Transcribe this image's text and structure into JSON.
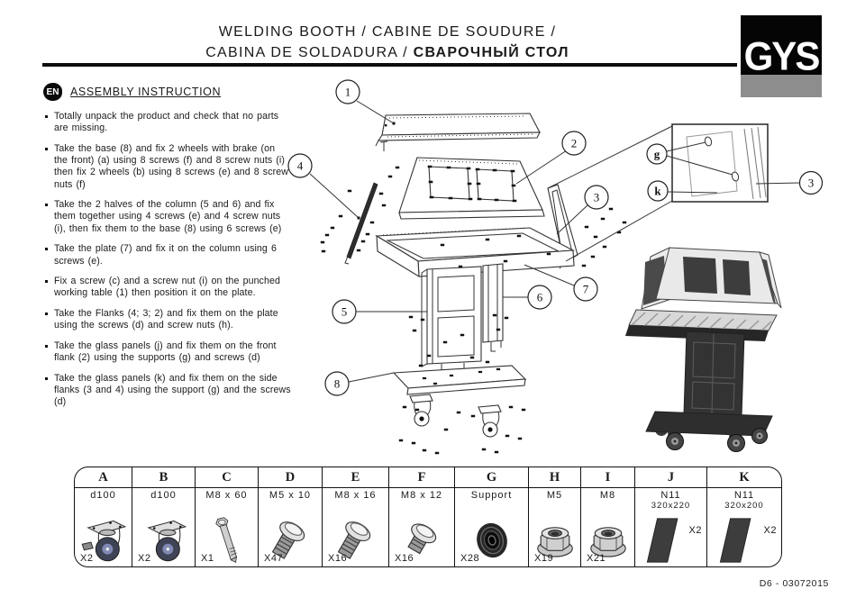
{
  "header": {
    "title_line1": "WELDING BOOTH / CABINE DE SOUDURE /",
    "title_line2_prefix": "CABINA DE SOLDADURA / ",
    "title_line2_bold": "СВАРОЧНЫЙ СТОЛ",
    "logo_text": "GYS"
  },
  "instructions": {
    "language_badge": "EN",
    "heading": "ASSEMBLY INSTRUCTION",
    "bullets": [
      "Totally unpack the product and check that no parts are missing.",
      "Take the base (8) and fix 2 wheels with brake (on the front) (a) using 8 screws (f) and 8 screw nuts (i) then fix 2 wheels (b) using 8 screws (e) and 8 screw nuts (f)",
      "Take the 2 halves of the column (5 and 6) and fix them together using 4 screws (e) and 4 screw nuts (i), then fix them to the base (8) using 6 screws (e)",
      "Take the plate (7) and fix it on the column using 6 screws (e).",
      "Fix a screw (c) and a screw nut (i) on the punched working table (1) then position it on the plate.",
      "Take the Flanks (4; 3; 2) and fix them on the plate using the screws (d) and screw nuts (h).",
      "Take the glass panels (j) and fix them on the front flank (2) using the supports (g) and screws (d)",
      "Take the glass panels (k) and fix them on the side flanks (3 and 4) using the support (g) and the screws (d)"
    ]
  },
  "diagram": {
    "callouts": {
      "c1": "1",
      "c2": "2",
      "c3": "3",
      "c4": "4",
      "c5": "5",
      "c6": "6",
      "c7": "7",
      "c8": "8"
    },
    "inset_callouts": {
      "g": "g",
      "k": "k",
      "three": "3"
    }
  },
  "parts_table": {
    "columns": [
      {
        "letter": "A",
        "spec": "d100",
        "spec2": "",
        "qty": "X2",
        "icon": "caster-brake-icon"
      },
      {
        "letter": "B",
        "spec": "d100",
        "spec2": "",
        "qty": "X2",
        "icon": "caster-icon"
      },
      {
        "letter": "C",
        "spec": "M8 x 60",
        "spec2": "",
        "qty": "X1",
        "icon": "bolt-long-icon"
      },
      {
        "letter": "D",
        "spec": "M5 x 10",
        "spec2": "",
        "qty": "X47",
        "icon": "screw-icon"
      },
      {
        "letter": "E",
        "spec": "M8 x 16",
        "spec2": "",
        "qty": "X16",
        "icon": "screw-icon"
      },
      {
        "letter": "F",
        "spec": "M8 x 12",
        "spec2": "",
        "qty": "X16",
        "icon": "screw-short-icon"
      },
      {
        "letter": "G",
        "spec": "Support",
        "spec2": "",
        "qty": "X28",
        "icon": "support-grommet-icon"
      },
      {
        "letter": "H",
        "spec": "M5",
        "spec2": "",
        "qty": "X19",
        "icon": "flange-nut-icon"
      },
      {
        "letter": "I",
        "spec": "M8",
        "spec2": "",
        "qty": "X21",
        "icon": "flange-nut-icon"
      },
      {
        "letter": "J",
        "spec": "N11",
        "spec2": "320x220",
        "qty": "X2",
        "icon": "glass-panel-icon"
      },
      {
        "letter": "K",
        "spec": "N11",
        "spec2": "320x200",
        "qty": "X2",
        "icon": "glass-panel-icon"
      }
    ]
  },
  "footer": {
    "doc_ref": "D6 - 03072015"
  },
  "colors": {
    "ink": "#1a1a1a",
    "logo_black": "#050505",
    "logo_gray": "#8d8d8d",
    "panel_dark": "#3d3d3d",
    "hub_blue": "#8089b4",
    "flank_light": "#ececec",
    "body_dark": "#2e2e2e"
  }
}
